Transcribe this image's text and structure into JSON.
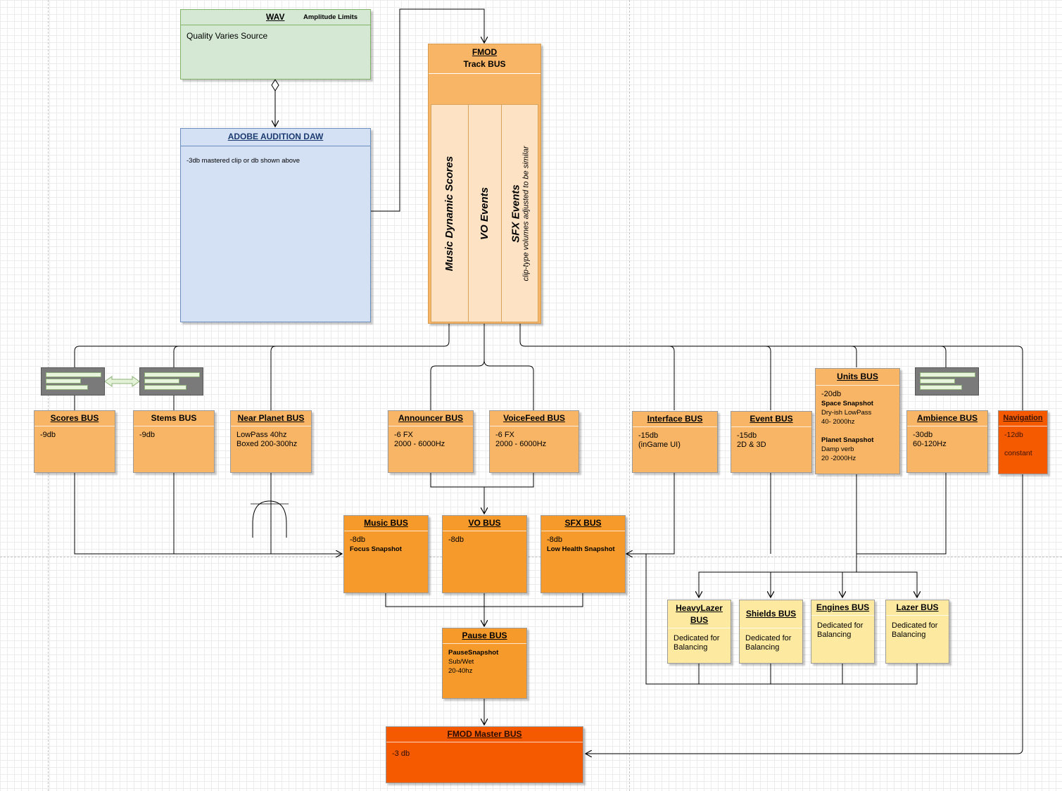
{
  "wav": {
    "title": "WAV",
    "subtitle": "Amplitude Limits",
    "lines": [
      "Quality Varies",
      "Source"
    ]
  },
  "adobe": {
    "title": "ADOBE AUDITION DAW",
    "lines": [
      "-3db mastered clip",
      "or db shown above"
    ]
  },
  "fmod_track": {
    "title": "FMOD",
    "subtitle": "Track BUS",
    "lanes": {
      "music": "Music Dynamic Scores",
      "vo": "VO Events",
      "sfx": "SFX Events",
      "sfx_note": "clip-type volumes adjusted to be similar"
    }
  },
  "buses": {
    "scores": {
      "title": "Scores BUS",
      "lines": [
        "-9db"
      ]
    },
    "stems": {
      "title": "Stems BUS",
      "lines": [
        "-9db"
      ]
    },
    "near_planet": {
      "title": "Near Planet BUS",
      "lines": [
        "LowPass 40hz",
        "Boxed 200-300hz"
      ]
    },
    "announcer": {
      "title": "Announcer BUS",
      "lines": [
        "-6 FX",
        "2000 - 6000Hz"
      ]
    },
    "voicefeed": {
      "title": "VoiceFeed BUS",
      "lines": [
        "-6 FX",
        "2000 - 6000Hz"
      ]
    },
    "interface": {
      "title": "Interface BUS",
      "lines": [
        "-15db",
        "(inGame UI)"
      ]
    },
    "event": {
      "title": "Event BUS",
      "lines": [
        "-15db",
        "2D & 3D"
      ]
    },
    "units": {
      "title": "Units BUS",
      "lines": [
        "-20db",
        "Space Snapshot",
        "Dry-ish LowPass",
        "40- 2000hz",
        "",
        "Planet Snapshot",
        "Damp verb",
        "20 -2000Hz"
      ]
    },
    "ambience": {
      "title": "Ambience BUS",
      "lines": [
        "-30db",
        "60-120Hz"
      ]
    },
    "navigation": {
      "title": "Navigation",
      "lines": [
        "-12db",
        "",
        "constant"
      ]
    },
    "music": {
      "title": "Music BUS",
      "lines": [
        "-8db",
        "Focus Snapshot"
      ]
    },
    "vo": {
      "title": "VO BUS",
      "lines": [
        "-8db"
      ]
    },
    "sfx": {
      "title": "SFX BUS",
      "lines": [
        "-8db",
        "Low Health Snapshot"
      ]
    },
    "pause": {
      "title": "Pause BUS",
      "lines": [
        "PauseSnapshot",
        "Sub/Wet",
        "20-40hz"
      ]
    },
    "heavylazer": {
      "title": "HeavyLazer BUS",
      "lines": [
        "Dedicated for",
        "Balancing"
      ]
    },
    "shields": {
      "title": "Shields BUS",
      "lines": [
        "Dedicated for",
        "Balancing"
      ]
    },
    "engines": {
      "title": "Engines BUS",
      "lines": [
        "Dedicated for",
        "Balancing"
      ]
    },
    "lazer": {
      "title": "Lazer BUS",
      "lines": [
        "Dedicated for",
        "Balancing"
      ]
    },
    "master": {
      "title": "FMOD Master BUS",
      "lines": [
        "-3 db"
      ]
    }
  },
  "colors": {
    "wav_fill": "#d5e8d4",
    "adobe_fill": "#d4e1f5",
    "bus_light": "#f8b565",
    "bus_mid": "#f59a2b",
    "bus_red": "#f55a00",
    "bus_yellow": "#fdeaa0"
  }
}
